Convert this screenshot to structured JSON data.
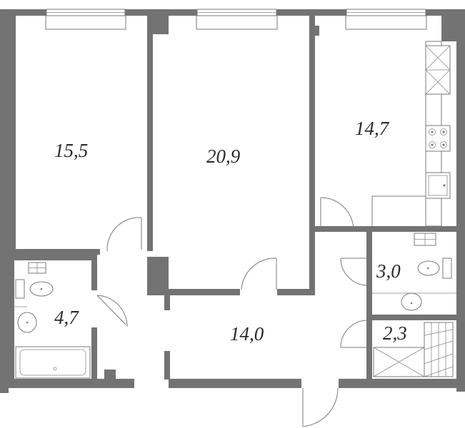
{
  "rooms": {
    "bedroom_left": {
      "area": "15,5"
    },
    "living_room": {
      "area": "20,9"
    },
    "kitchen": {
      "area": "14,7"
    },
    "bathroom_left": {
      "area": "4,7"
    },
    "hall": {
      "area": "14,0"
    },
    "toilet": {
      "area": "3,0"
    },
    "storage": {
      "area": "2,3"
    }
  },
  "colors": {
    "wall": "#737373",
    "line": "#7a7a7a",
    "background": "#ffffff"
  }
}
